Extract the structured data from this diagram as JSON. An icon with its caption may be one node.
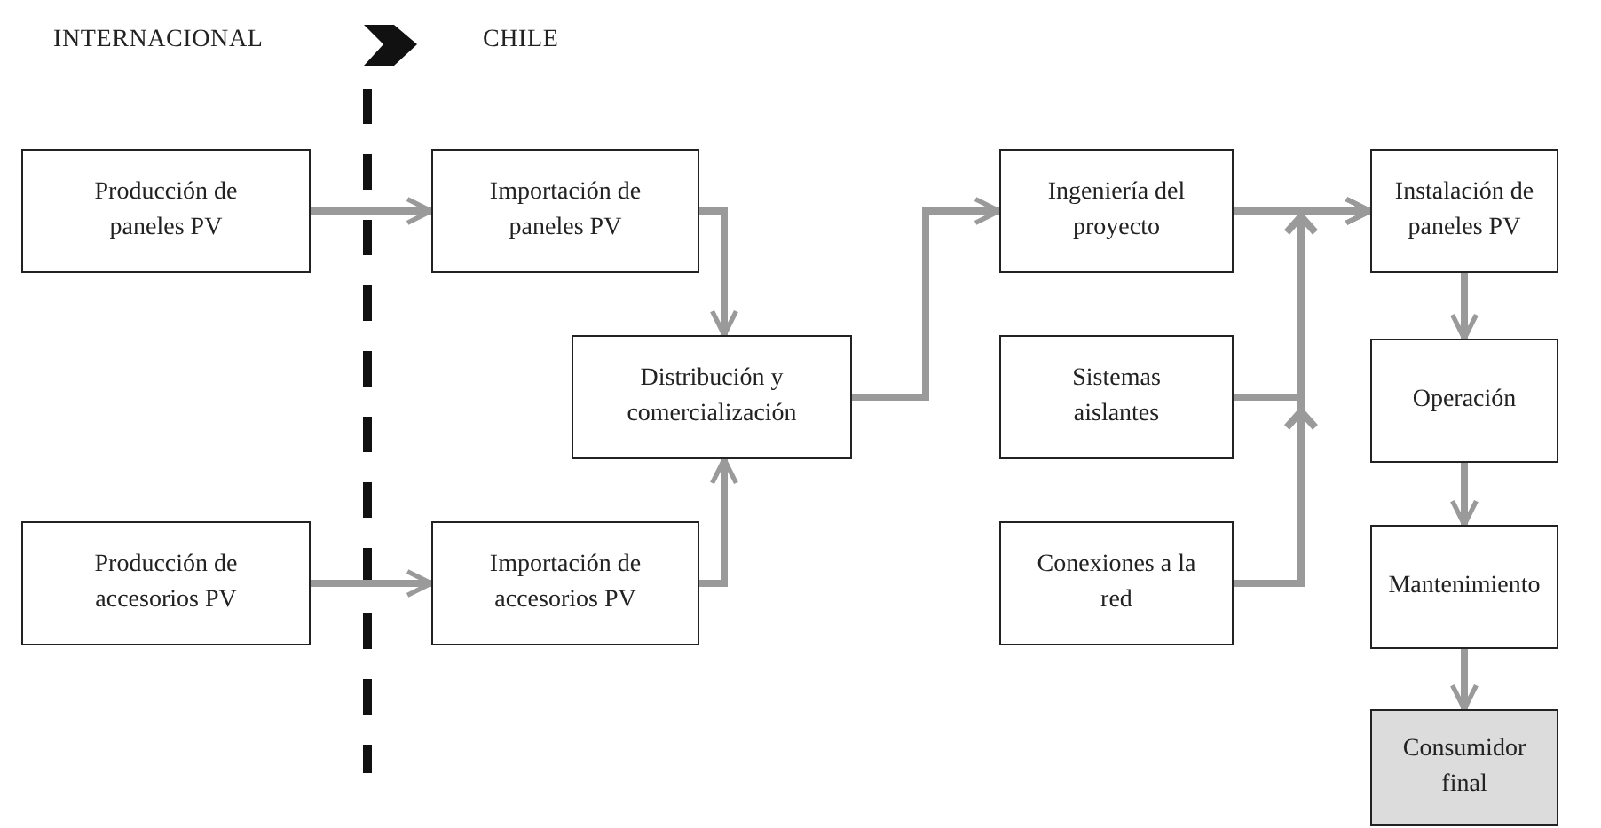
{
  "diagram": {
    "nodes": [
      {
        "text": [
          "Producción de paneles PV"
        ]
      },
      {
        "text": [
          "Importación de paneles PV"
        ]
      },
      {
        "text": [
          "Distribución y comercialización"
        ]
      },
      {
        "text": [
          "Producción de accesorios PV"
        ]
      },
      {
        "text": [
          "Importación de accesorios PV"
        ]
      },
      {
        "text": [
          "Ingeniería del proyecto"
        ]
      },
      {
        "text": [
          "Sistemas aislantes"
        ]
      },
      {
        "text": [
          "Conexiones a la red"
        ]
      },
      {
        "text": [
          "Instalación de paneles PV"
        ]
      },
      {
        "text": [
          "Operación"
        ]
      },
      {
        "text": [
          "Mantenimiento"
        ]
      },
      {
        "text": [
          "Consumidor final"
        ]
      }
    ],
    "edges": [
      {
        "from": 0,
        "to": 1,
        "arrow": "to"
      },
      {
        "from": 1,
        "to": 2,
        "arrow": "to"
      },
      {
        "from": 3,
        "to": 4,
        "arrow": "to"
      },
      {
        "from": 4,
        "to": 2,
        "arrow": "to"
      },
      {
        "from": 2,
        "to": 5,
        "arrow": "to"
      },
      {
        "from": 5,
        "to": 8,
        "arrow": "to"
      },
      {
        "from": 6,
        "to": 8,
        "arrow": "to"
      },
      {
        "from": 7,
        "to": 8,
        "arrow": "to"
      },
      {
        "from": 8,
        "to": 9,
        "arrow": "to"
      },
      {
        "from": 9,
        "to": 10,
        "arrow": "to"
      },
      {
        "from": 10,
        "to": 11,
        "arrow": "to"
      }
    ],
    "labels": [
      "INTERNACIONAL",
      "CHILE"
    ]
  }
}
